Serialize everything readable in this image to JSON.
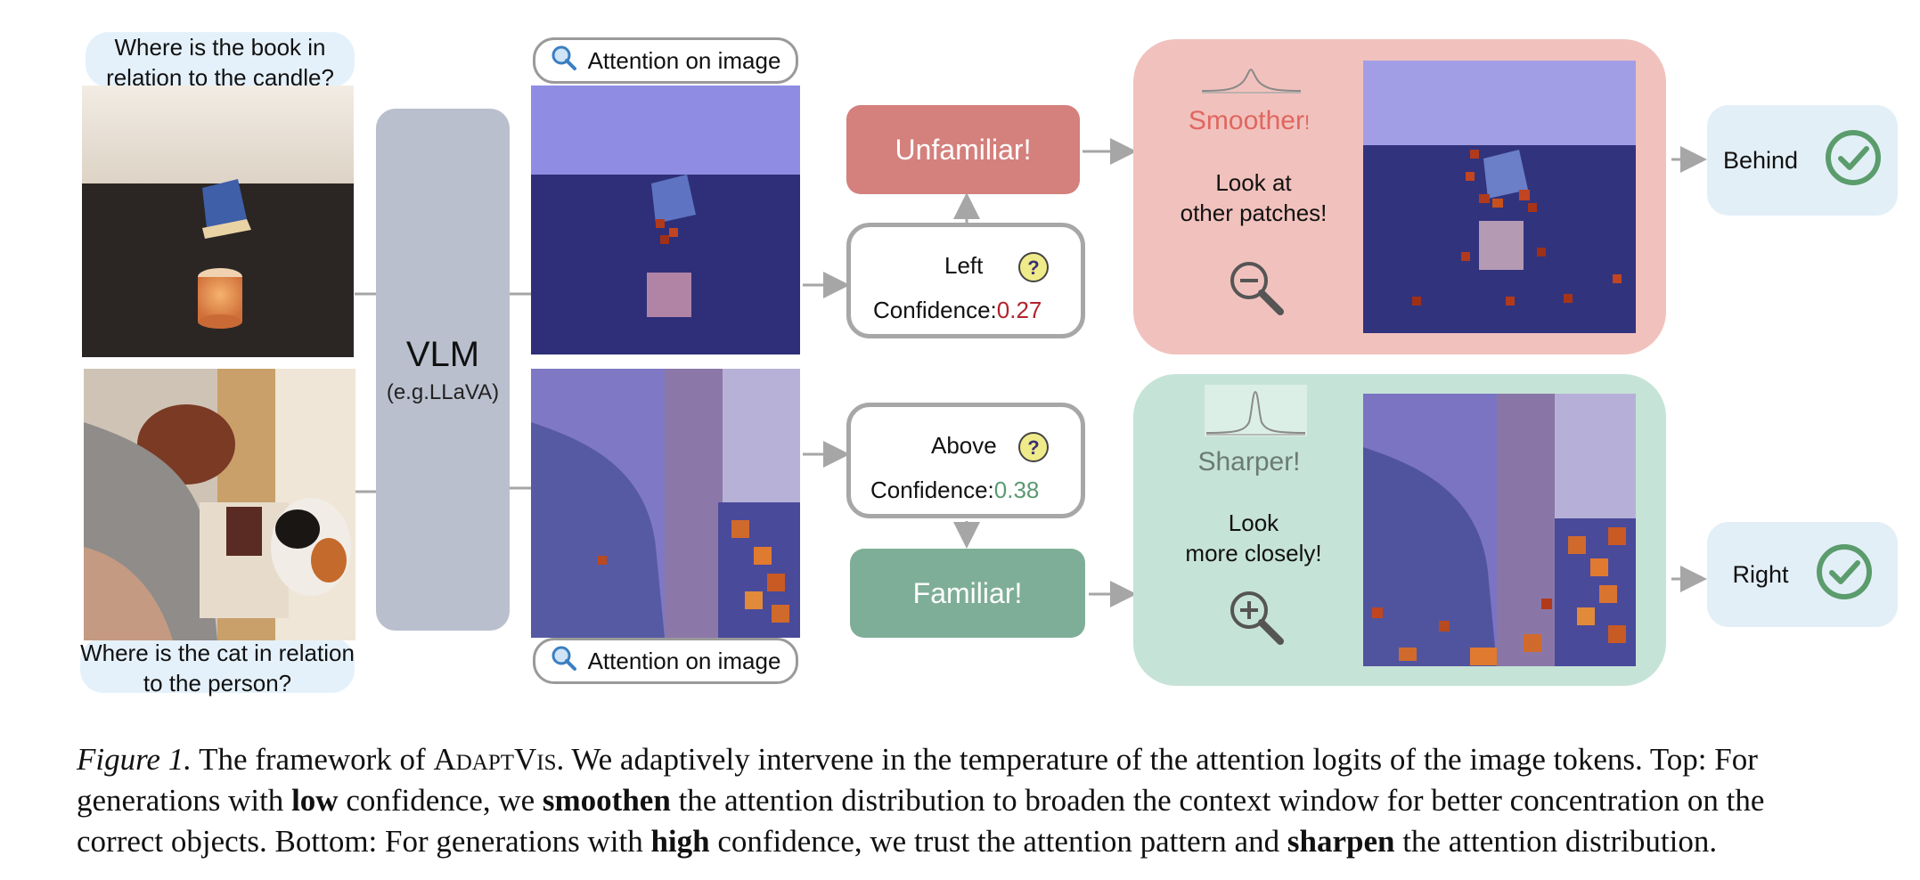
{
  "questions": {
    "top": "Where is the book in relation to the candle?",
    "bottom": "Where is the cat in relation to the person?"
  },
  "vlm": {
    "title": "VLM",
    "subtitle": "(e.g.LLaVA)"
  },
  "attention_label": "Attention on image",
  "top_branch": {
    "prediction": "Left",
    "confidence_label": "Confidence:",
    "confidence_value": "0.27",
    "confidence_color": "#b2222a",
    "status": "Unfamiliar!",
    "status_color": "#d4807c",
    "panel_color": "#f1c2bd",
    "panel_title": "Smoother",
    "panel_title_mark": "!",
    "panel_title_color": "#e06660",
    "panel_desc_line1": "Look at",
    "panel_desc_line2": "other patches!",
    "zoom_icon": "zoom-out-icon",
    "answer": "Behind"
  },
  "bottom_branch": {
    "prediction": "Above",
    "confidence_label": "Confidence:",
    "confidence_value": "0.38",
    "confidence_color": "#5a9a72",
    "status": "Familiar!",
    "status_color": "#7fae98",
    "panel_color": "#c6e3d7",
    "panel_title": "Sharper!",
    "panel_title_color": "#6b7b74",
    "panel_desc_line1": "Look",
    "panel_desc_line2": "more closely!",
    "zoom_icon": "zoom-in-icon",
    "answer": "Right"
  },
  "colors": {
    "check": "#5b9c6d",
    "arrow": "#a6a6a6",
    "result_bg": "#e3eff7",
    "question_icon": "#f0eb8a"
  },
  "caption": {
    "figure_label": "Figure 1.",
    "seg1": " The framework of ",
    "name": "AdaptVis",
    "seg2": ". We adaptively intervene in the temperature of the attention logits of the image tokens. Top: For",
    "seg3": "generations with ",
    "low": "low",
    "seg4": " confidence, we ",
    "smoothen": "smoothen",
    "seg5": " the attention distribution to broaden the context window for better concentration on the",
    "seg6": "correct objects. Bottom: For generations with ",
    "high": "high",
    "seg7": " confidence, we trust the attention pattern and ",
    "sharpen": "sharpen",
    "seg8": " the attention distribution."
  }
}
